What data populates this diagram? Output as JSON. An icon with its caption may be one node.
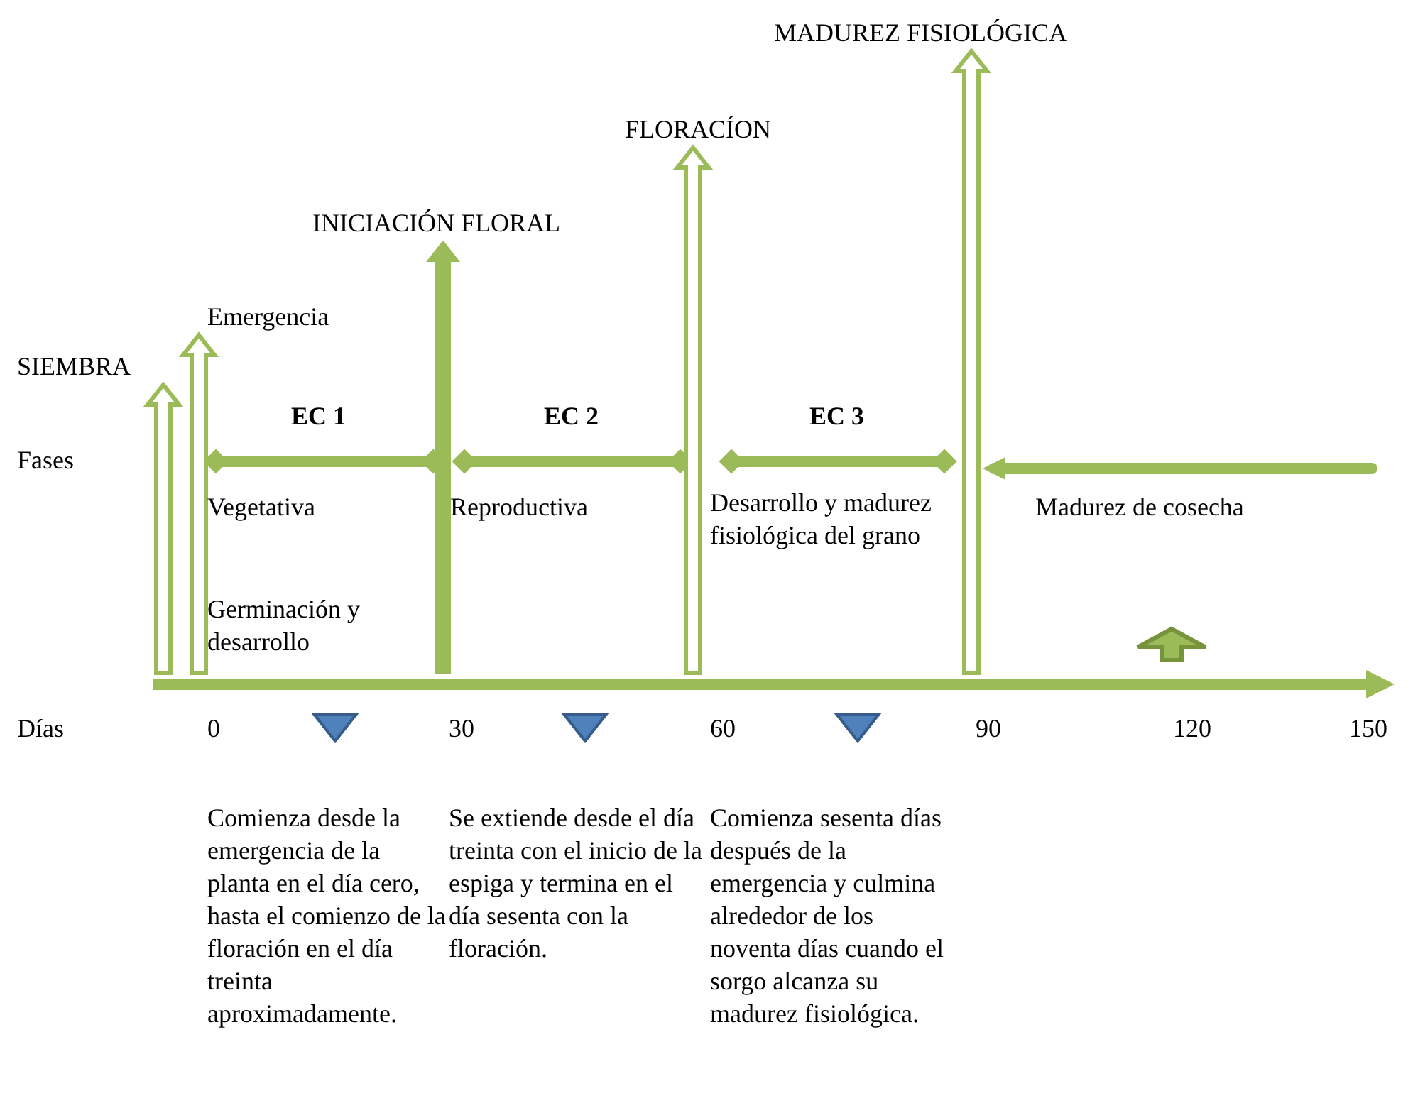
{
  "diagram": {
    "nodes": [
      {
        "text": [
          "SIEMBRA"
        ]
      },
      {
        "text": [
          "Emergencia"
        ]
      },
      {
        "text": [
          "INICIACIÓN FLORAL"
        ]
      },
      {
        "text": [
          "FLORACÍON"
        ]
      },
      {
        "text": [
          "MADUREZ FISIOLÓGICA"
        ]
      }
    ],
    "edges": [
      {
        "from": null,
        "to": 0,
        "arrow": "to"
      },
      {
        "from": null,
        "to": 1,
        "arrow": "to"
      },
      {
        "from": null,
        "to": 2,
        "arrow": "to",
        "style": "thick"
      },
      {
        "from": null,
        "to": 3,
        "arrow": "to"
      },
      {
        "from": null,
        "to": 4,
        "arrow": "to"
      }
    ],
    "labels": [
      "EC 1",
      "EC 2",
      "EC 3",
      "Fases",
      "Vegetativa",
      "Reproductiva",
      "Desarrollo y madurez fisiológica del grano",
      "Madurez de cosecha",
      "Germinación y desarrollo",
      "Días",
      "0",
      "30",
      "60",
      "90",
      "120",
      "150",
      "Comienza desde la emergencia de la planta en el día cero, hasta el comienzo de la floración en el día treinta aproximadamente.",
      "Se extiende desde el día treinta con el inicio de la espiga y termina en el día sesenta con la floración.",
      "Comienza sesenta días después de la emergencia y culmina alrededor de los noventa días cuando el sorgo alcanza su madurez fisiológica."
    ]
  }
}
